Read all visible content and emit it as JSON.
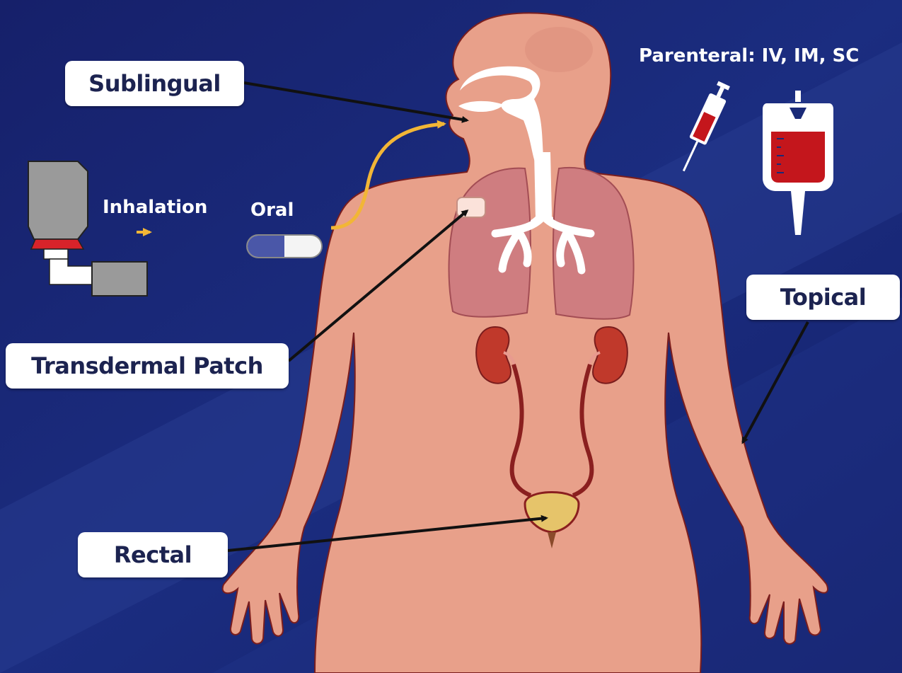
{
  "labels": {
    "sublingual": "Sublingual",
    "parenteral": "Parenteral: IV, IM, SC",
    "inhalation": "Inhalation",
    "oral": "Oral",
    "topical": "Topical",
    "transdermal": "Transdermal Patch",
    "rectal": "Rectal"
  },
  "colors": {
    "background": "#1a2a78",
    "skin": "#e8a08a",
    "skin_outline": "#7a1d1d",
    "lungs": "#cf7d80",
    "airway": "#ffffff",
    "kidney": "#c0392b",
    "bladder": "#e6c46a",
    "oral_arrow": "#f2b636",
    "pointer_arrow": "#111111",
    "label_text": "#1c2350",
    "blood": "#c4161c",
    "inhaler_body": "#9a9a9a",
    "inhaler_collar": "#d8232a",
    "capsule_blue": "#4a57a8"
  }
}
